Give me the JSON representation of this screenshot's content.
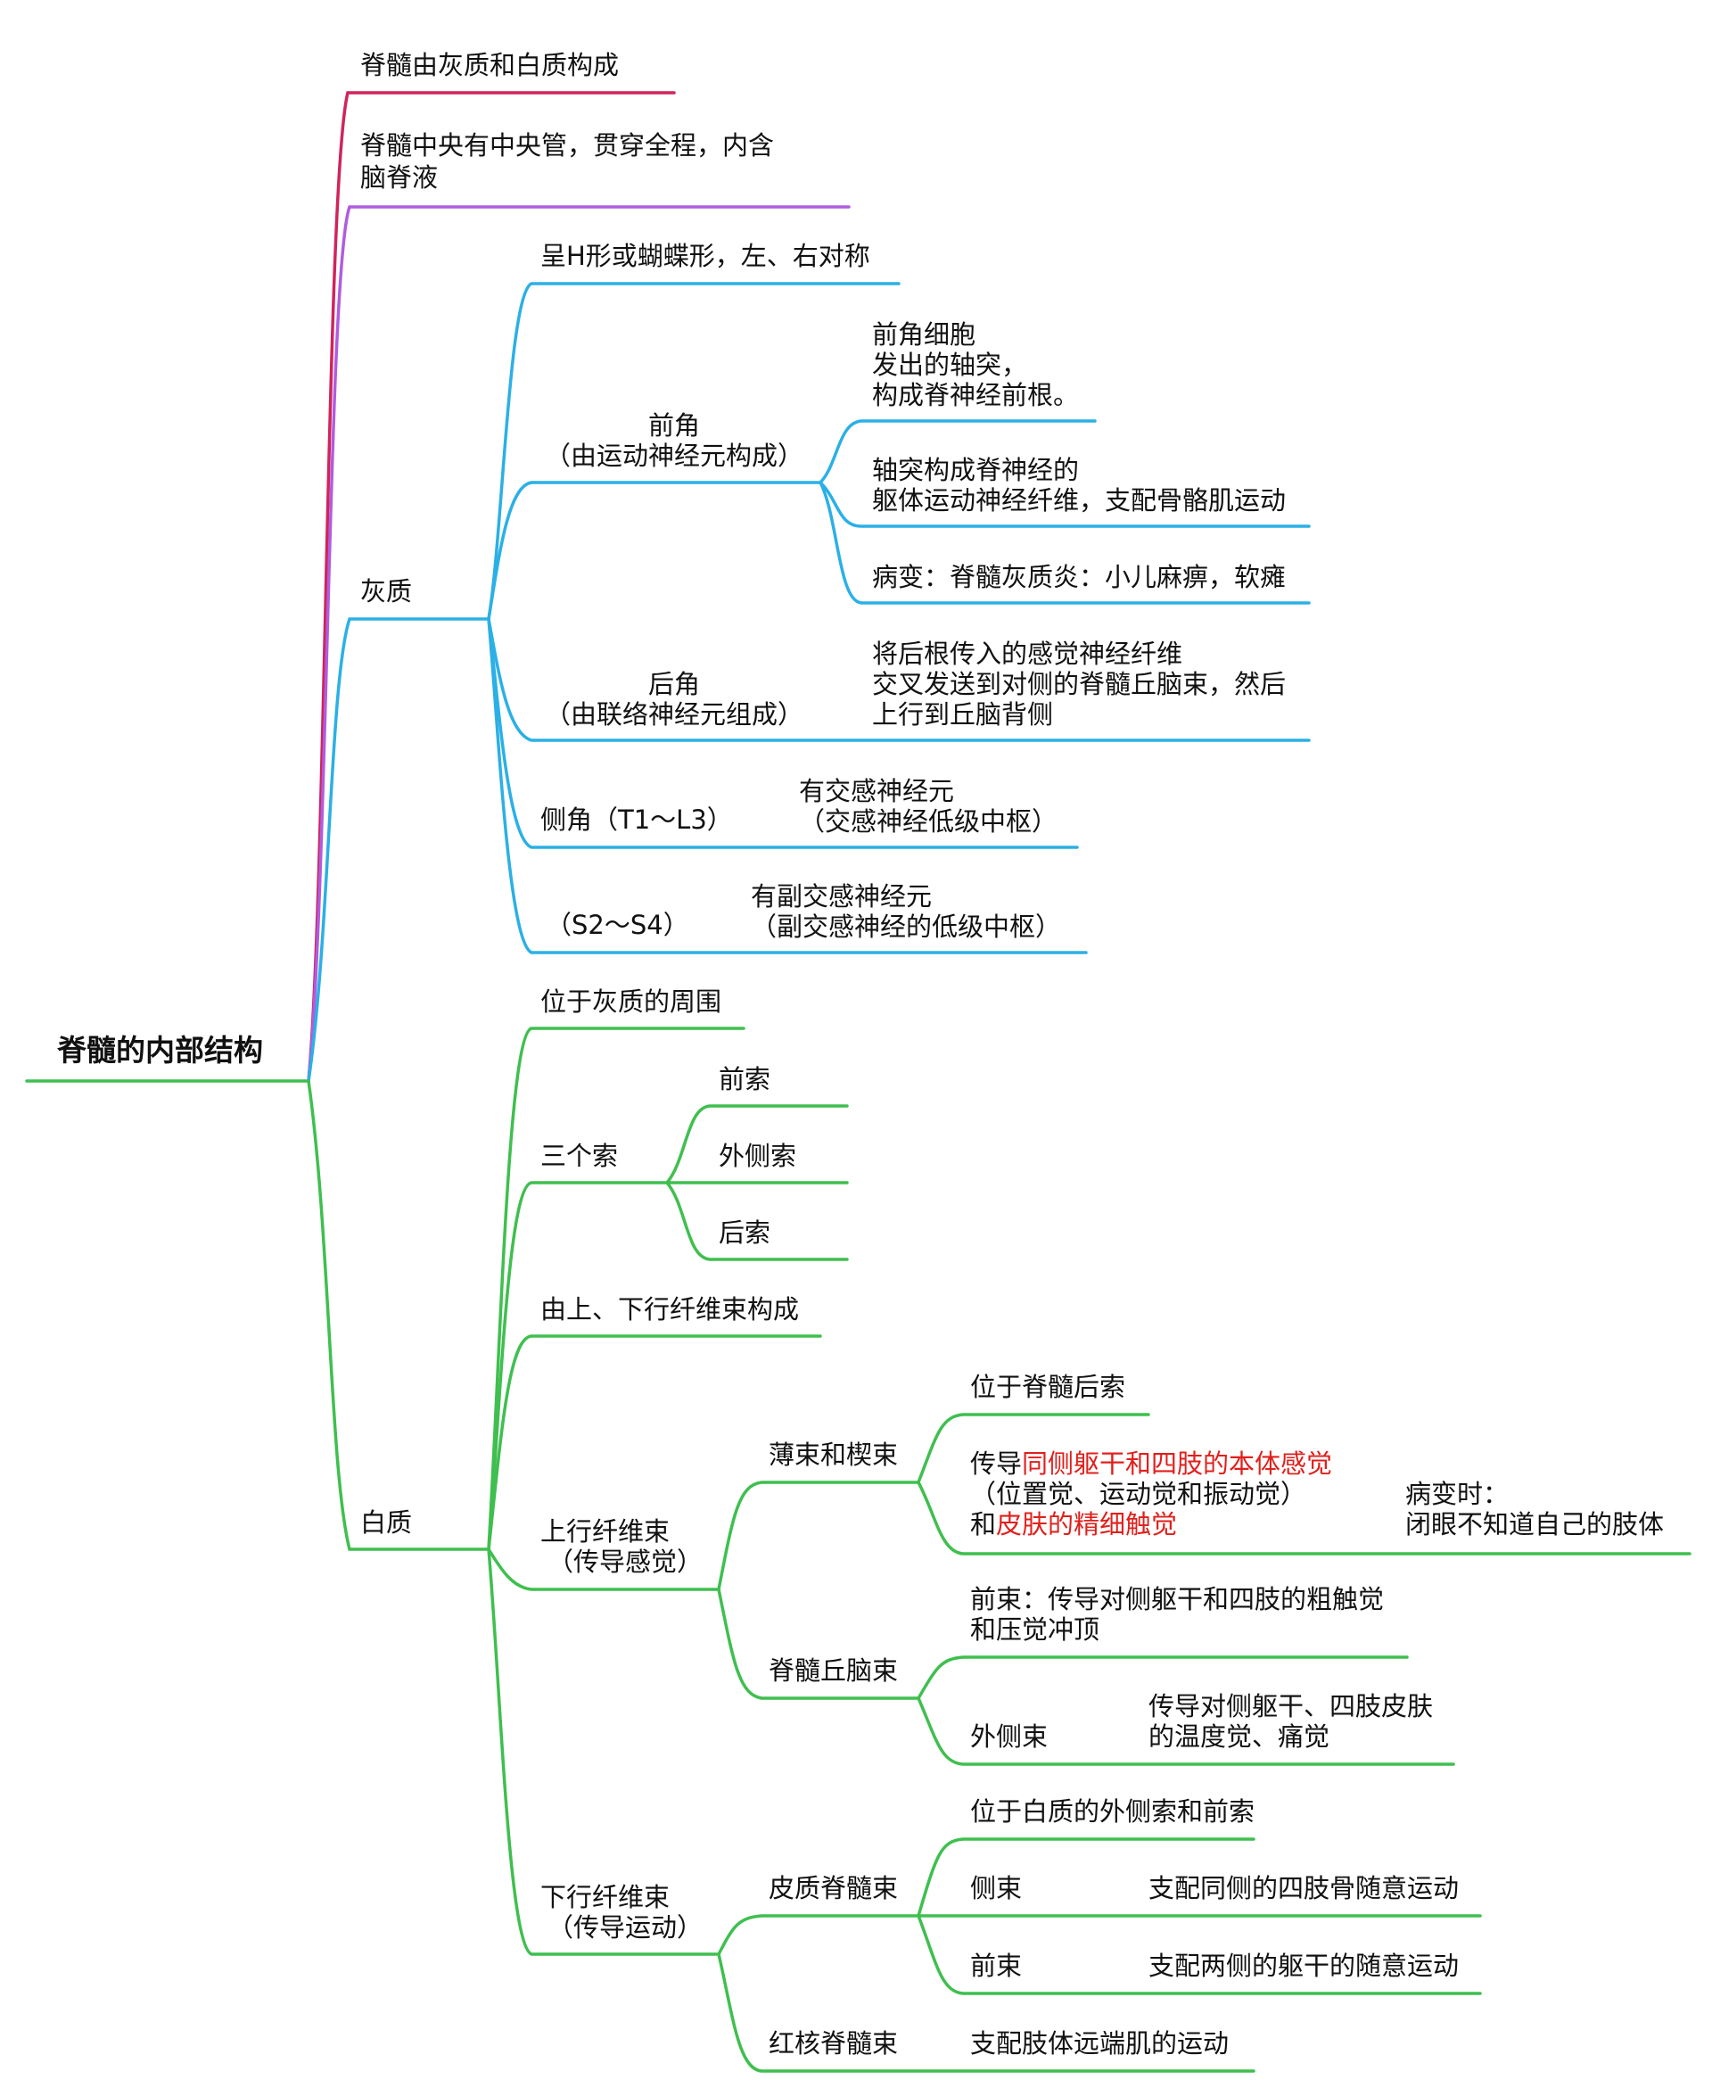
{
  "colors": {
    "root": "#3fbf4f",
    "red_branch": "#d0245a",
    "purple_branch": "#b05ce0",
    "blue_branch": "#2bb0e6",
    "green_branch": "#3fbf4f",
    "highlight": "#e0201c"
  },
  "root": {
    "label": "脊髓的内部结构"
  },
  "top": {
    "t1": "脊髓由灰质和白质构成",
    "t2a": "脊髓中央有中央管，贯穿全程，内含",
    "t2b": "脑脊液"
  },
  "gray": {
    "label": "灰质",
    "shape": "呈H形或蝴蝶形，左、右对称",
    "anterior": {
      "label1": "前角",
      "label2": "（由运动神经元构成）",
      "c1a": "前角细胞",
      "c1b": "发出的轴突，",
      "c1c": "构成脊神经前根。",
      "c2a": "轴突构成脊神经的",
      "c2b": "躯体运动神经纤维，支配骨骼肌运动",
      "c3": "病变：脊髓灰质炎：小儿麻痹，软瘫"
    },
    "posterior": {
      "label1": "后角",
      "label2": "（由联络神经元组成）",
      "c1a": "将后根传入的感觉神经纤维",
      "c1b": "交叉发送到对侧的脊髓丘脑束，然后",
      "c1c": "上行到丘脑背侧"
    },
    "lateral": {
      "label": "侧角（T1～L3）",
      "c1a": "有交感神经元",
      "c1b": "（交感神经低级中枢）"
    },
    "sacral": {
      "label": "（S2～S4）",
      "c1a": "有副交感神经元",
      "c1b": "（副交感神经的低级中枢）"
    }
  },
  "white": {
    "label": "白质",
    "pos": "位于灰质的周围",
    "funiculi": {
      "label": "三个索",
      "a": "前索",
      "b": "外侧索",
      "c": "后索"
    },
    "composed": "由上、下行纤维束构成",
    "ascending": {
      "label1": "上行纤维束",
      "label2": "（传导感觉）",
      "fg": {
        "label": "薄束和楔束",
        "c1": "位于脊髓后索",
        "c2a_pre": "传导",
        "c2a_red": "同侧躯干和四肢的本体感觉",
        "c2b": "（位置觉、运动觉和振动觉）",
        "c2c_pre": "和",
        "c2c_red": "皮肤的精细触觉",
        "lesion1": "病变时：",
        "lesion2": "闭眼不知道自己的肢体"
      },
      "st": {
        "label": "脊髓丘脑束",
        "c1a": "前束：传导对侧躯干和四肢的粗触觉",
        "c1b": "和压觉冲顶",
        "c2": "外侧束",
        "c2d1": "传导对侧躯干、四肢皮肤",
        "c2d2": "的温度觉、痛觉"
      }
    },
    "descending": {
      "label1": "下行纤维束",
      "label2": "（传导运动）",
      "cs": {
        "label": "皮质脊髓束",
        "c1": "位于白质的外侧索和前索",
        "c2": "侧束",
        "c2d": "支配同侧的四肢骨随意运动",
        "c3": "前束",
        "c3d": "支配两侧的躯干的随意运动"
      },
      "rs": {
        "label": "红核脊髓束",
        "c1": "支配肢体远端肌的运动"
      }
    }
  }
}
